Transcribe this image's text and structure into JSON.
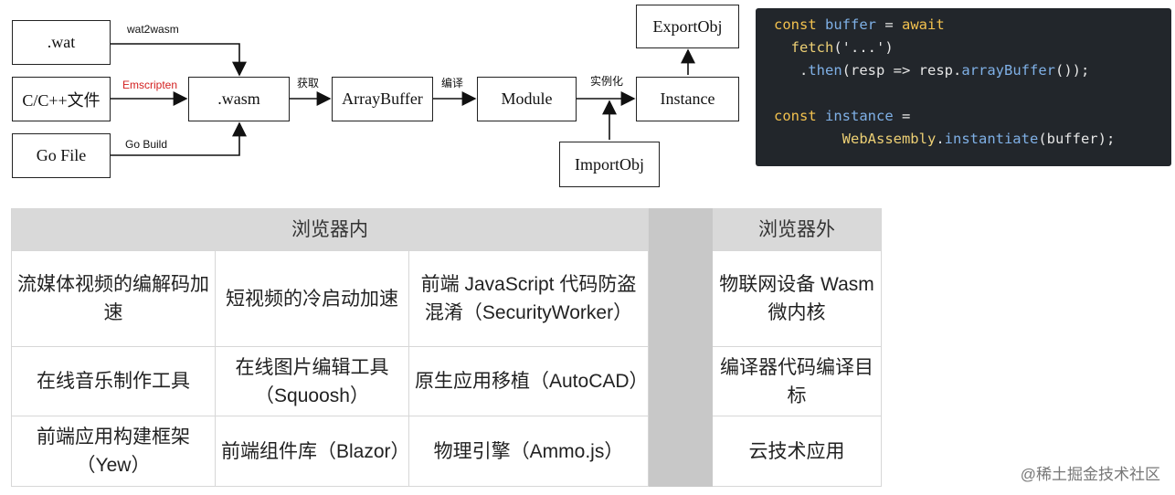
{
  "diagram": {
    "nodes": {
      "wat": ".wat",
      "cpp": "C/C++文件",
      "go": "Go File",
      "wasm": ".wasm",
      "arraybuffer": "ArrayBuffer",
      "module": "Module",
      "instance": "Instance",
      "exportobj": "ExportObj",
      "importobj": "ImportObj"
    },
    "edges": {
      "wat2wasm": "wat2wasm",
      "emscripten": "Emscripten",
      "gobuild": "Go Build",
      "fetch": "获取",
      "compile": "编译",
      "instantiate": "实例化"
    },
    "colors": {
      "emscripten": "#d32020"
    }
  },
  "code": {
    "line1": {
      "kw1": "const",
      "var": "buffer",
      "op": " = ",
      "kw2": "await"
    },
    "line2": {
      "fn": "fetch",
      "rest": "('...')"
    },
    "line3": {
      "prefix": ".",
      "method": "then",
      "rest": "(resp => resp.",
      "call": "arrayBuffer",
      "tail": "());"
    },
    "line4": {
      "kw": "const",
      "var": "instance",
      "op": " ="
    },
    "line5": {
      "obj": "WebAssembly",
      "dot": ".",
      "method": "instantiate",
      "rest": "(buffer);"
    }
  },
  "table": {
    "header_inside": "浏览器内",
    "header_outside": "浏览器外",
    "rows": [
      {
        "c1": "流媒体视频的编解码加速",
        "c2": "短视频的冷启动加速",
        "c3": "前端 JavaScript 代码防盗混淆（SecurityWorker）",
        "out": "物联网设备 Wasm 微内核"
      },
      {
        "c1": "在线音乐制作工具",
        "c2": "在线图片编辑工具（Squoosh）",
        "c3": "原生应用移植（AutoCAD）",
        "out": "编译器代码编译目标"
      },
      {
        "c1": "前端应用构建框架（Yew）",
        "c2": "前端组件库（Blazor）",
        "c3": "物理引擎（Ammo.js）",
        "out": "云技术应用"
      }
    ]
  },
  "watermark": "@稀土掘金技术社区"
}
